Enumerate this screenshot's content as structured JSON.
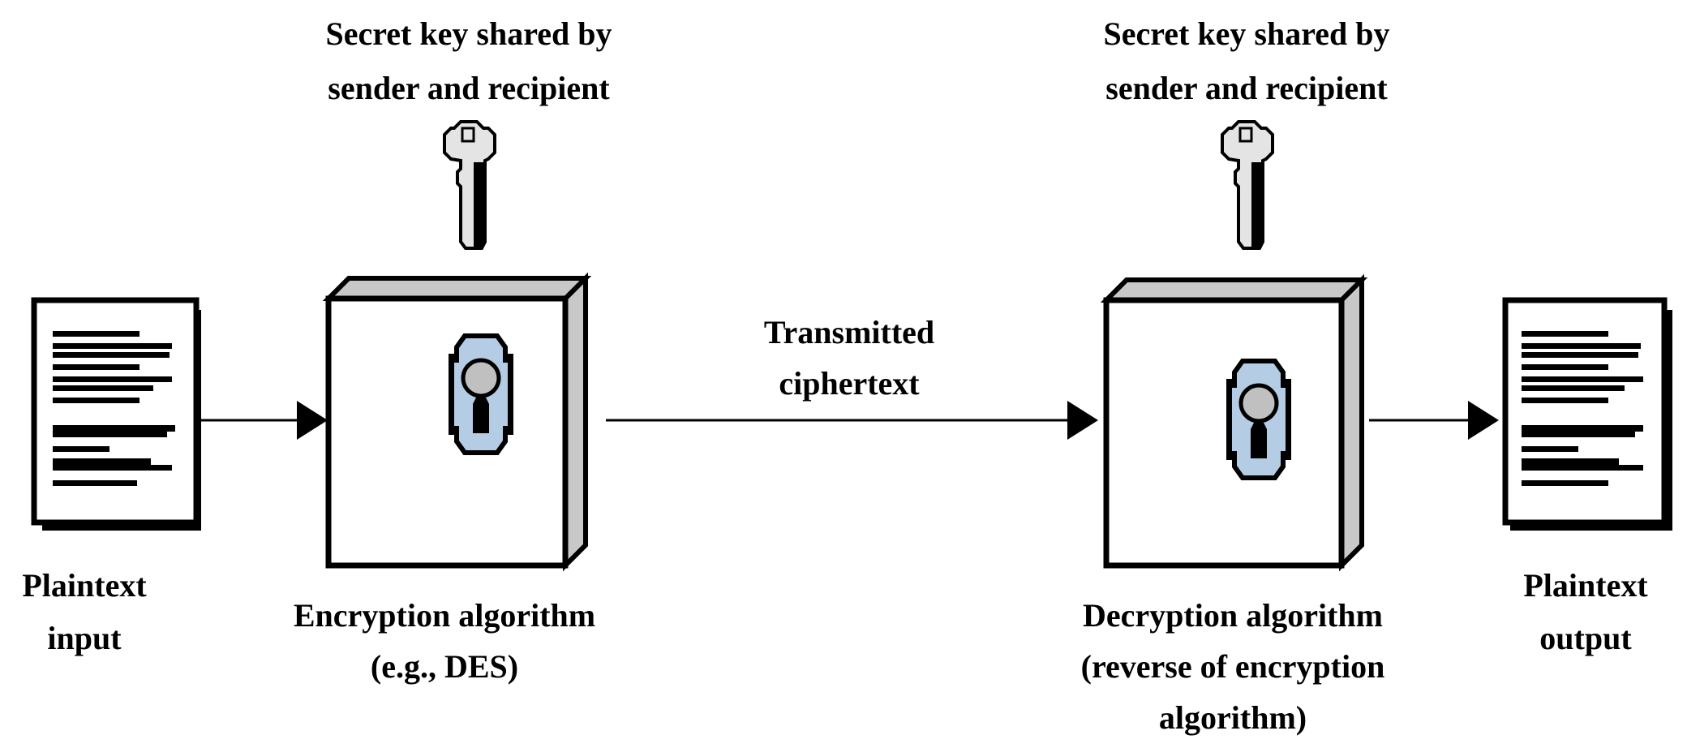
{
  "title": "Symmetric encryption model",
  "labels": {
    "key_left": [
      "Secret key shared by",
      "sender and recipient"
    ],
    "key_right": [
      "Secret key shared by",
      "sender and recipient"
    ],
    "plaintext_input": [
      "Plaintext",
      "input"
    ],
    "encryption": [
      "Encryption algorithm",
      "(e.g., DES)"
    ],
    "transmitted": [
      "Transmitted",
      "ciphertext"
    ],
    "decryption": [
      "Decryption algorithm",
      "(reverse of encryption",
      "algorithm)"
    ],
    "plaintext_output": [
      "Plaintext",
      "output"
    ]
  },
  "colors": {
    "box_bevel": "#c8c8c8",
    "keyhole_plate": "#b4cce4",
    "key_fill": "#e4e4e4",
    "knob": "#c0c0c0",
    "stroke": "#000000"
  }
}
